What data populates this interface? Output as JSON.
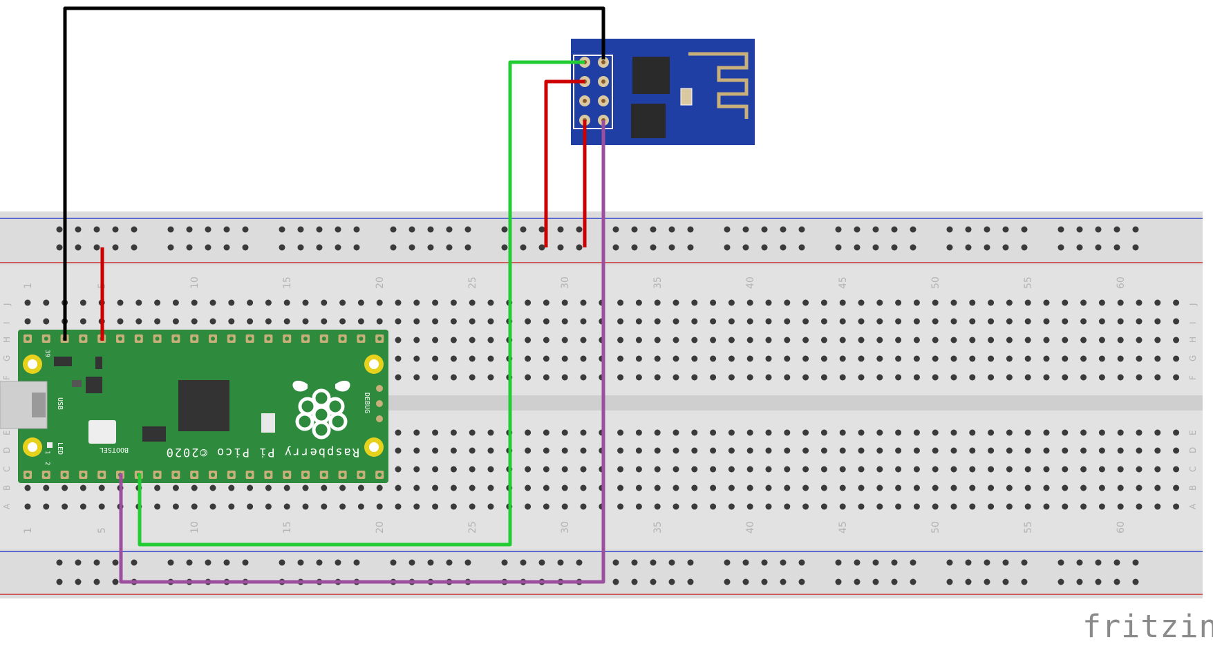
{
  "breadboard": {
    "column_numbers": [
      "1",
      "5",
      "10",
      "15",
      "20",
      "25",
      "30",
      "35",
      "40",
      "45",
      "50",
      "55",
      "60"
    ],
    "top_row_letters": [
      "J",
      "I",
      "H",
      "G",
      "F"
    ],
    "bottom_row_letters": [
      "E",
      "D",
      "C",
      "B",
      "A"
    ]
  },
  "pico": {
    "name_text": "Raspberry Pi Pico ©2020",
    "usb_label": "USB",
    "led_label": "LED",
    "bootsel_label": "BOOTSEL",
    "debug_label": "DEBUG",
    "pin_39_label": "39",
    "pin_1_label": "1",
    "pin_2_label": "2",
    "board_color": "#2e8b3e"
  },
  "esp01": {
    "board_color": "#1f3fa5"
  },
  "wires": [
    {
      "id": "black",
      "color": "#000000"
    },
    {
      "id": "red",
      "color": "#cc0000"
    },
    {
      "id": "green",
      "color": "#22cc33"
    },
    {
      "id": "purple",
      "color": "#9b4f9e"
    }
  ],
  "brand": "fritzing"
}
